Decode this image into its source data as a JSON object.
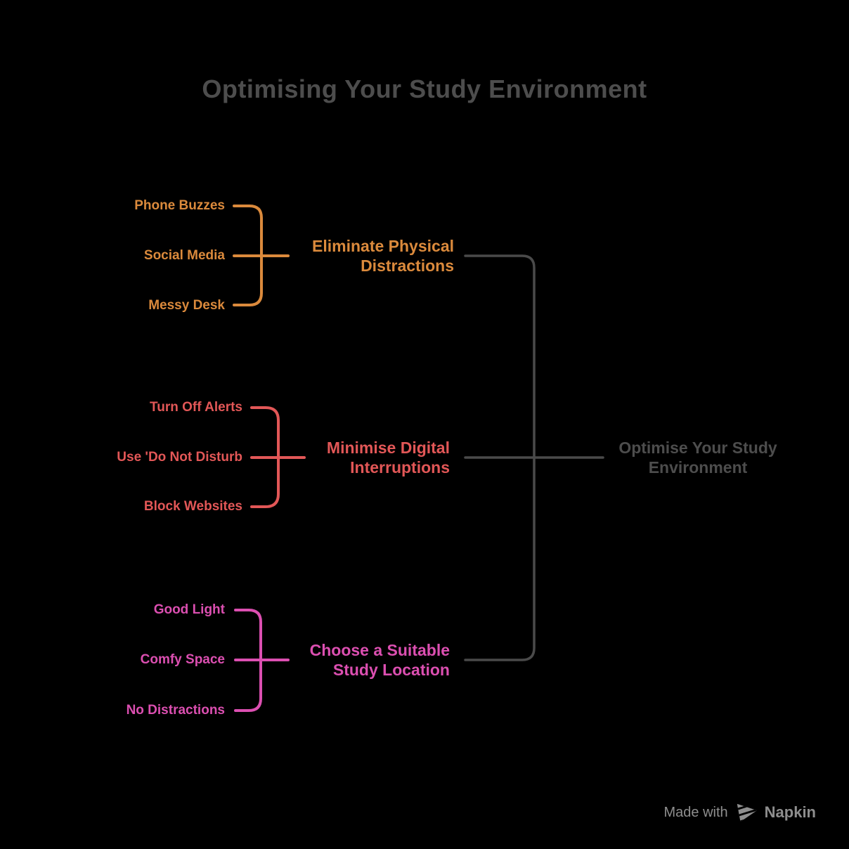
{
  "title": "Optimising Your Study Environment",
  "root": {
    "label": "Optimise Your Study\nEnvironment"
  },
  "branches": [
    {
      "name": "eliminate-physical-distractions",
      "color": "#DB8A3C",
      "parent": "Eliminate Physical\nDistractions",
      "children": [
        "Phone Buzzes",
        "Social Media",
        "Messy Desk"
      ]
    },
    {
      "name": "minimise-digital-interruptions",
      "color": "#E25757",
      "parent": "Minimise Digital\nInterruptions",
      "children": [
        "Turn Off Alerts",
        "Use 'Do Not Disturb",
        "Block Websites"
      ]
    },
    {
      "name": "choose-suitable-study-location",
      "color": "#DC4FB1",
      "parent": "Choose a Suitable\nStudy Location",
      "children": [
        "Good Light",
        "Comfy Space",
        "No Distractions"
      ]
    }
  ],
  "footer": {
    "made_with": "Made with",
    "brand": "Napkin"
  },
  "colors": {
    "background": "#000000",
    "heading_gray": "#4D4D4D",
    "connector_gray": "#4A4A4A",
    "footer_gray": "#8E8E8E"
  }
}
